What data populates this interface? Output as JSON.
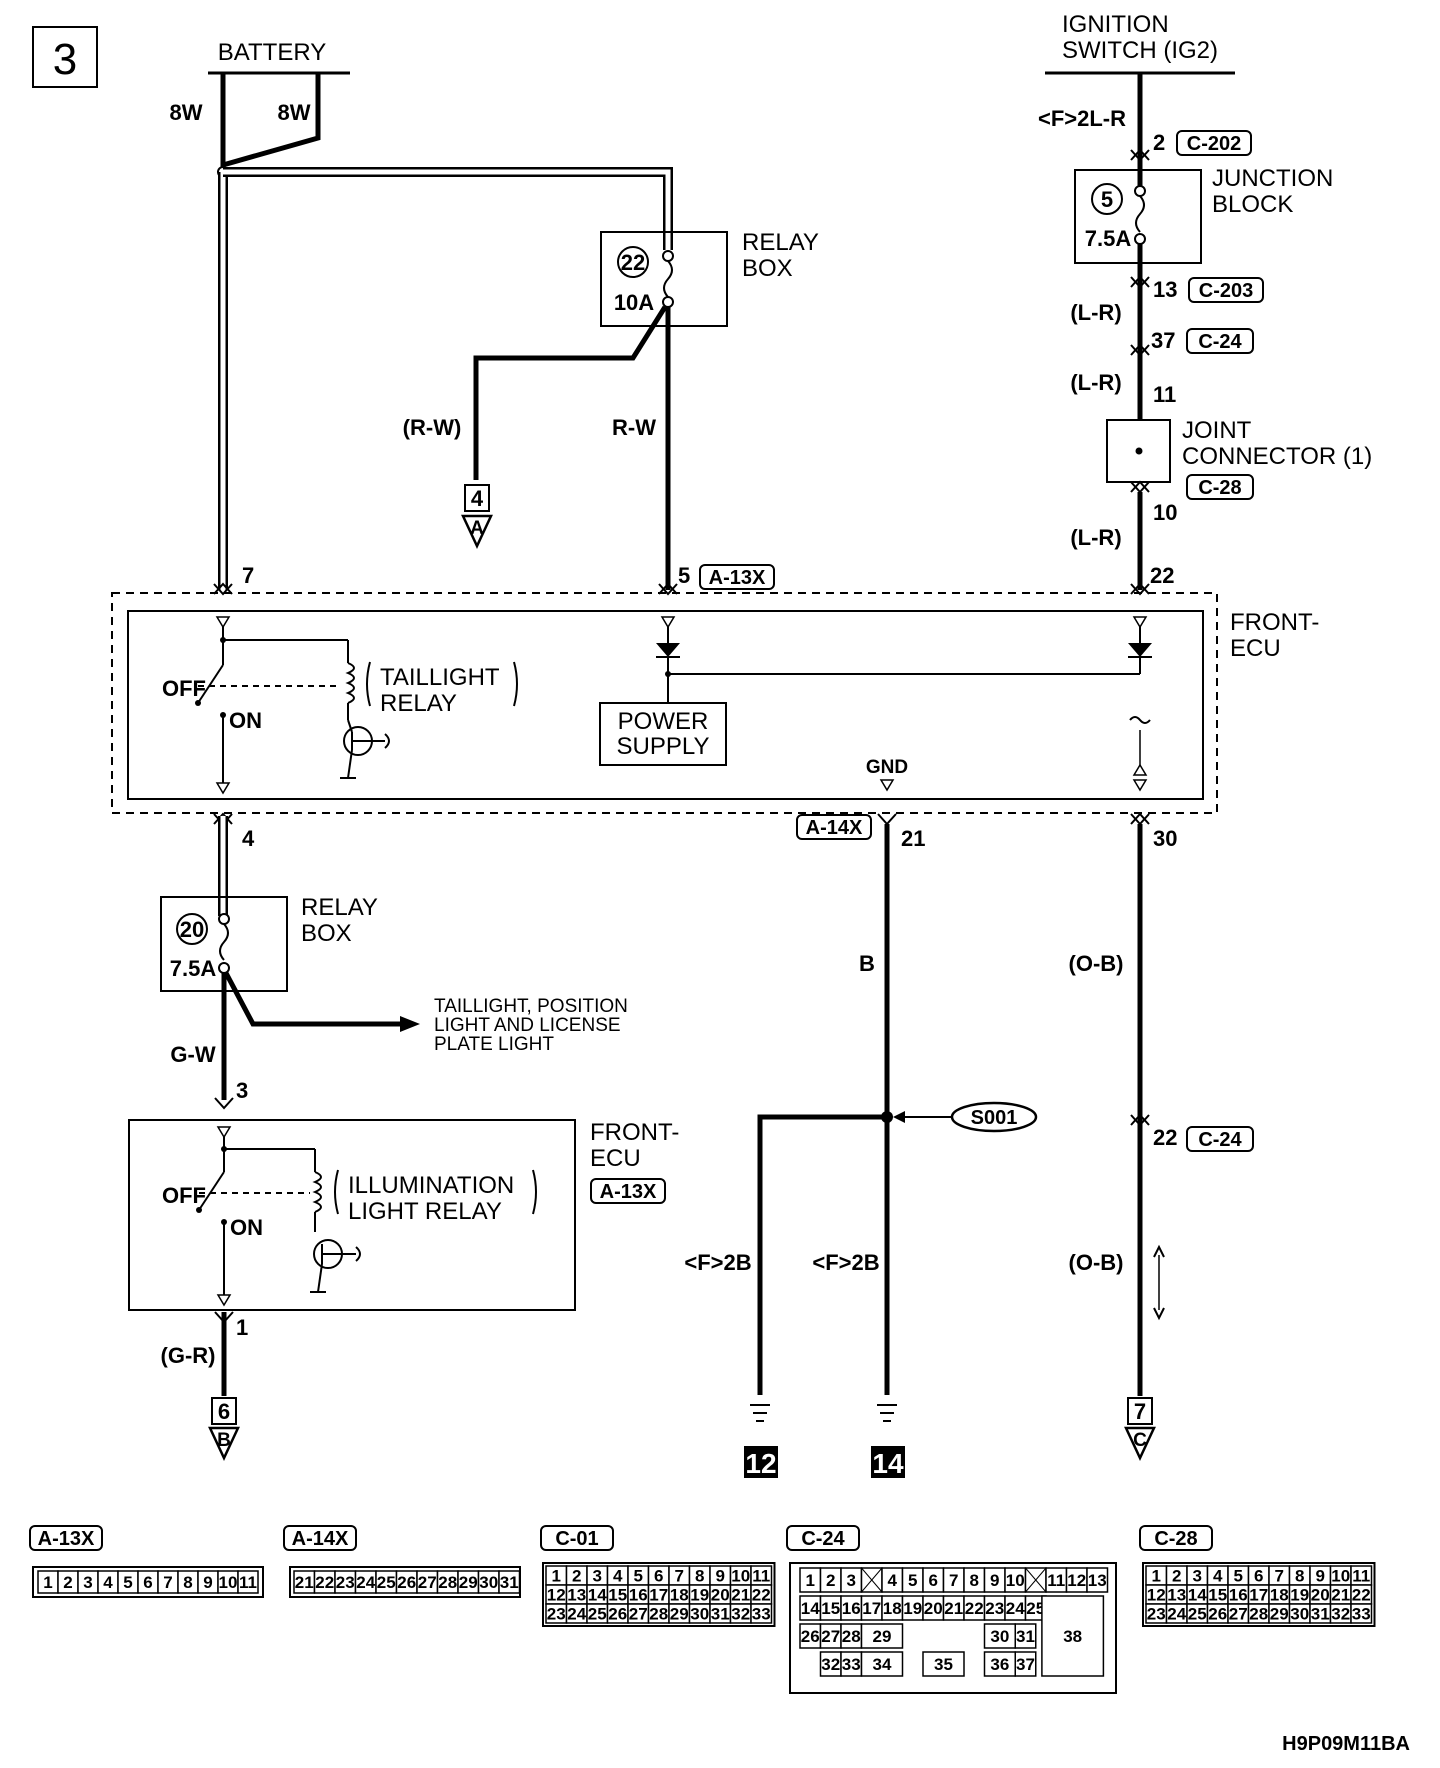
{
  "sheet_number": "3",
  "battery": {
    "label": "BATTERY",
    "wire_left": "8W",
    "wire_right": "8W"
  },
  "ignition": {
    "line1": "IGNITION",
    "line2": "SWITCH (IG2)",
    "wire": "<F>2L-R",
    "pin": "2",
    "connector": "C-202"
  },
  "junction_block": {
    "line1": "JUNCTION",
    "line2": "BLOCK",
    "fuse_no": "5",
    "rating": "7.5A",
    "pin_out": "13",
    "connector": "C-203"
  },
  "relay_box_top": {
    "line1": "RELAY",
    "line2": "BOX",
    "fuse_no": "22",
    "rating": "10A"
  },
  "relay_box_bottom": {
    "line1": "RELAY",
    "line2": "BOX",
    "fuse_no": "20",
    "rating": "7.5A"
  },
  "wires": {
    "r_w_paren": "(R-W)",
    "r_w": "R-W",
    "l_r_1": "(L-R)",
    "l_r_2": "(L-R)",
    "l_r_3": "(L-R)",
    "g_w": "G-W",
    "g_r": "(G-R)",
    "b": "B",
    "o_b_1": "(O-B)",
    "o_b_2": "(O-B)",
    "f2b_left": "<F>2B",
    "f2b_right": "<F>2B"
  },
  "c24_top": {
    "pin": "37",
    "connector": "C-24"
  },
  "joint_connector": {
    "line1": "JOINT",
    "line2": "CONNECTOR (1)",
    "pin_in": "11",
    "pin_out": "10",
    "connector": "C-28"
  },
  "front_ecu_top": {
    "line1": "FRONT-",
    "line2": "ECU",
    "pin_7": "7",
    "pin_5": "5",
    "pin_22": "22",
    "connector_in": "A-13X",
    "taillight_relay_1": "TAILLIGHT",
    "taillight_relay_2": "RELAY",
    "off": "OFF",
    "on": "ON",
    "power_supply_1": "POWER",
    "power_supply_2": "SUPPLY",
    "gnd": "GND",
    "pin_4": "4",
    "pin_21": "21",
    "pin_30": "30",
    "connector_out": "A-14X"
  },
  "taillight_note": {
    "line1": "TAILLIGHT, POSITION",
    "line2": "LIGHT AND LICENSE",
    "line3": "PLATE LIGHT"
  },
  "front_ecu_bottom": {
    "line1": "FRONT-",
    "line2": "ECU",
    "connector": "A-13X",
    "relay_1": "ILLUMINATION",
    "relay_2": "LIGHT RELAY",
    "off": "OFF",
    "on": "ON",
    "pin_3": "3",
    "pin_1": "1"
  },
  "splice": "S001",
  "c24_bottom": {
    "pin": "22",
    "connector": "C-24"
  },
  "terminals": {
    "t4": "4",
    "tA": "A",
    "t6": "6",
    "tB": "B",
    "t7": "7",
    "tC": "C",
    "g12": "12",
    "g14": "14"
  },
  "connectors": {
    "a13x": {
      "title": "A-13X",
      "pins": [
        "1",
        "2",
        "3",
        "4",
        "5",
        "6",
        "7",
        "8",
        "9",
        "10",
        "11"
      ]
    },
    "a14x": {
      "title": "A-14X",
      "pins": [
        "21",
        "22",
        "23",
        "24",
        "25",
        "26",
        "27",
        "28",
        "29",
        "30",
        "31"
      ]
    },
    "c01": {
      "title": "C-01",
      "rows": [
        [
          "1",
          "2",
          "3",
          "4",
          "5",
          "6",
          "7",
          "8",
          "9",
          "10",
          "11"
        ],
        [
          "12",
          "13",
          "14",
          "15",
          "16",
          "17",
          "18",
          "19",
          "20",
          "21",
          "22"
        ],
        [
          "23",
          "24",
          "25",
          "26",
          "27",
          "28",
          "29",
          "30",
          "31",
          "32",
          "33"
        ]
      ]
    },
    "c24": {
      "title": "C-24",
      "row1": [
        "1",
        "2",
        "3",
        "",
        "4",
        "5",
        "6",
        "7",
        "8",
        "9",
        "10",
        "",
        "11",
        "12",
        "13"
      ],
      "row2": [
        "14",
        "15",
        "16",
        "17",
        "18",
        "19",
        "20",
        "21",
        "22",
        "23",
        "24",
        "25"
      ],
      "row3": [
        "26",
        "27",
        "28",
        "29",
        "30",
        "31"
      ],
      "row4": [
        "32",
        "33",
        "34",
        "35",
        "36",
        "37"
      ],
      "big": "38"
    },
    "c28": {
      "title": "C-28",
      "rows": [
        [
          "1",
          "2",
          "3",
          "4",
          "5",
          "6",
          "7",
          "8",
          "9",
          "10",
          "11"
        ],
        [
          "12",
          "13",
          "14",
          "15",
          "16",
          "17",
          "18",
          "19",
          "20",
          "21",
          "22"
        ],
        [
          "23",
          "24",
          "25",
          "26",
          "27",
          "28",
          "29",
          "30",
          "31",
          "32",
          "33"
        ]
      ]
    }
  },
  "doc_code": "H9P09M11BA"
}
